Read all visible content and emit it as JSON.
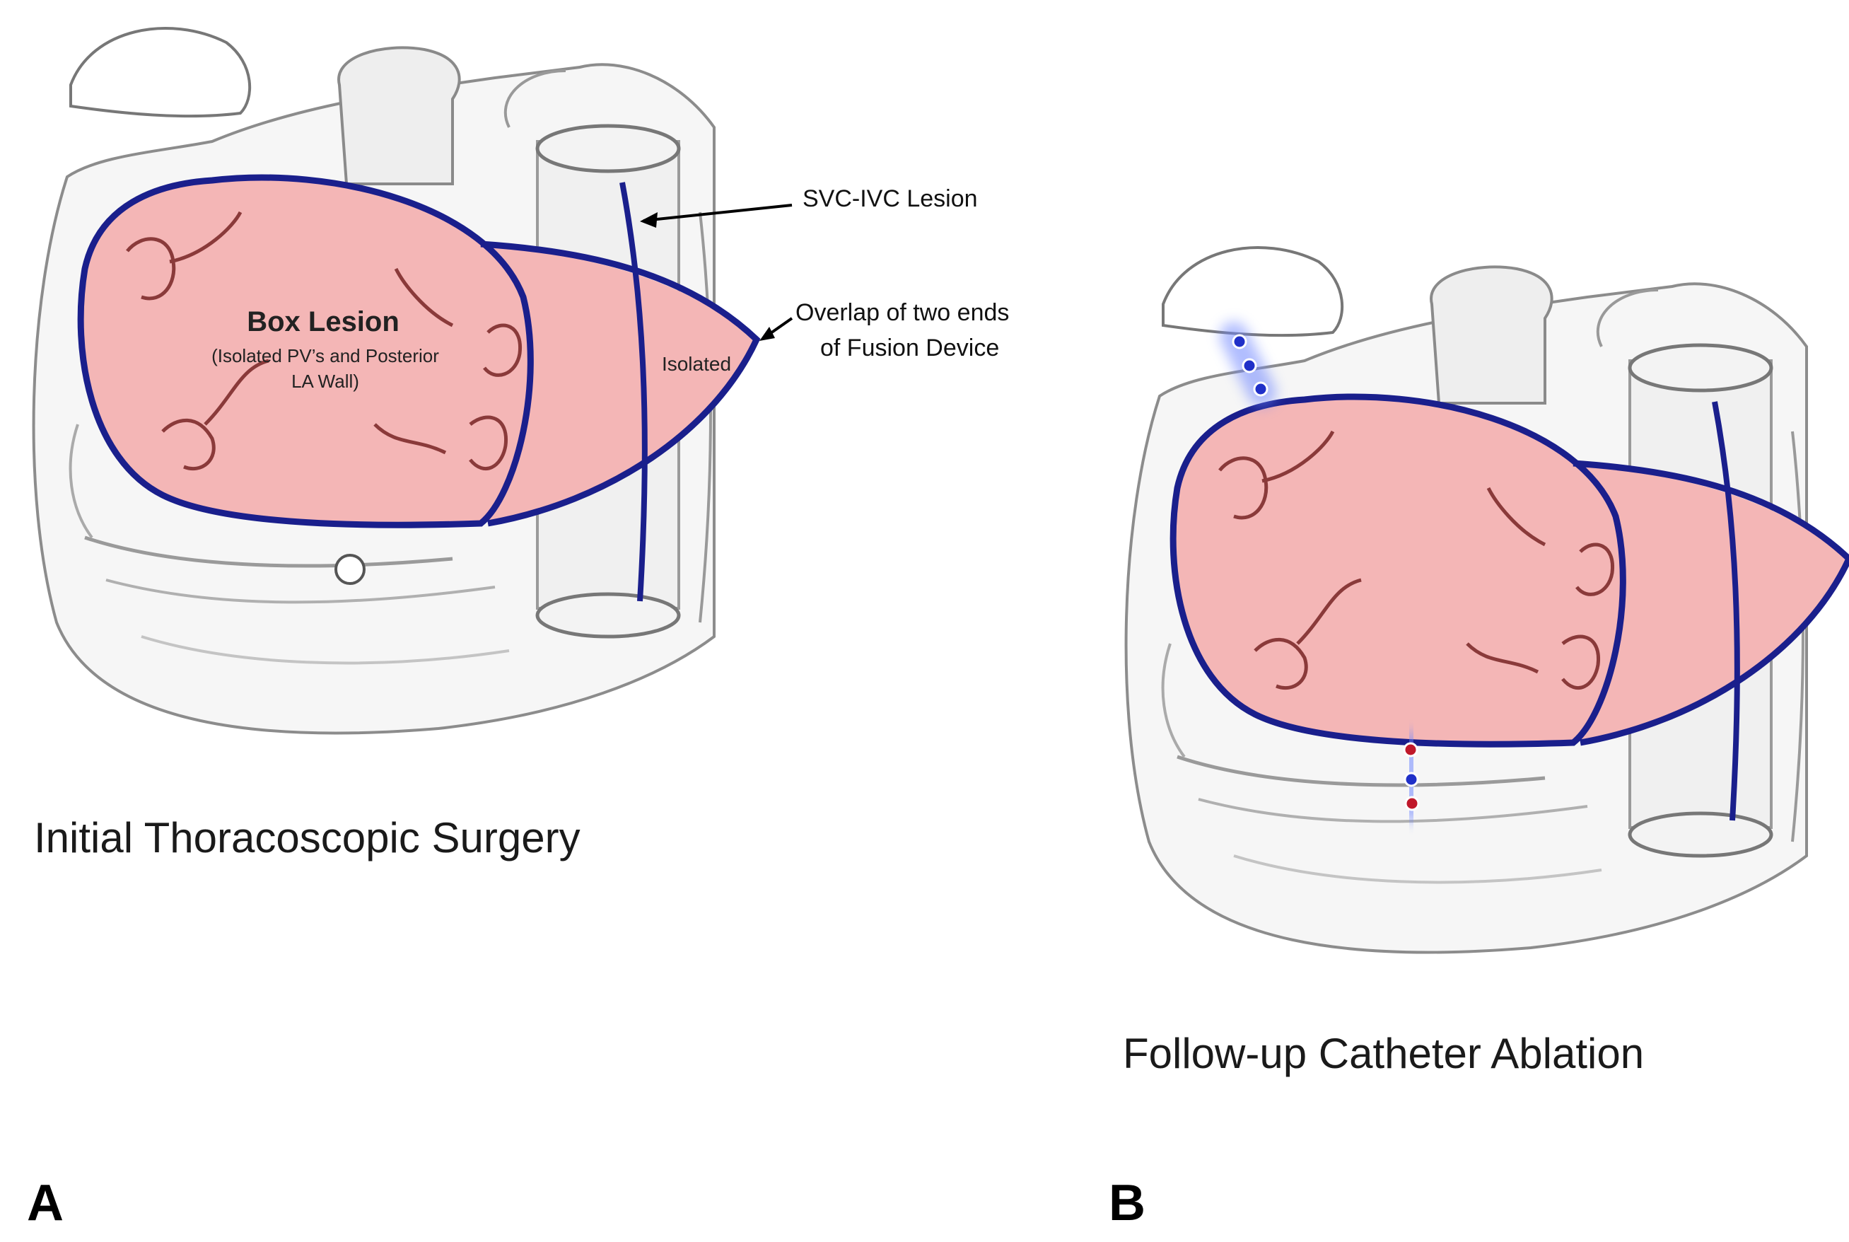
{
  "panel_a": {
    "letter": "A",
    "caption": "Initial Thoracoscopic Surgery",
    "box_title": "Box Lesion",
    "box_sub_1": "(Isolated PV’s and Posterior",
    "box_sub_2": "LA Wall)",
    "isolated_label": "Isolated",
    "svc_label": "SVC-IVC Lesion",
    "overlap_label_1": "Overlap of two ends",
    "overlap_label_2": "of Fusion Device"
  },
  "panel_b": {
    "letter": "B",
    "caption": "Follow-up Catheter Ablation"
  },
  "colors": {
    "lesion_line": "#1a1f8c",
    "box_fill": "#f4b6b6",
    "ablation_blue": "#2030c8",
    "ablation_red": "#c0182a",
    "sketch": "#9a9a9a"
  }
}
